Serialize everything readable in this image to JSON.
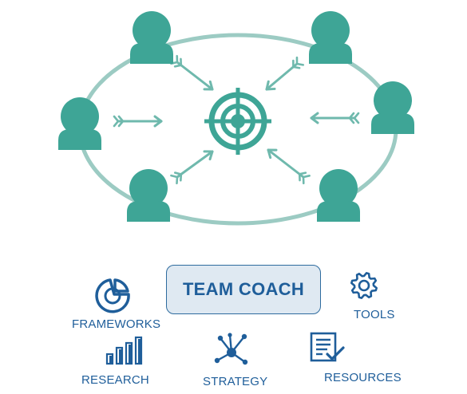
{
  "colors": {
    "teal": "#3ea596",
    "teal_ring": "#9ccbc3",
    "arrow": "#6fb9ad",
    "blue": "#1f5e9a",
    "box_fill": "#dfe9f2"
  },
  "center": {
    "label": "TEAM COACH"
  },
  "resources": [
    {
      "key": "frameworks",
      "label": "FRAMEWORKS",
      "icon": "pie-chart-icon"
    },
    {
      "key": "tools",
      "label": "TOOLS",
      "icon": "gear-icon"
    },
    {
      "key": "research",
      "label": "RESEARCH",
      "icon": "bar-chart-icon"
    },
    {
      "key": "strategy",
      "label": "STRATEGY",
      "icon": "network-icon"
    },
    {
      "key": "resources",
      "label": "RESOURCES",
      "icon": "checklist-icon"
    }
  ]
}
